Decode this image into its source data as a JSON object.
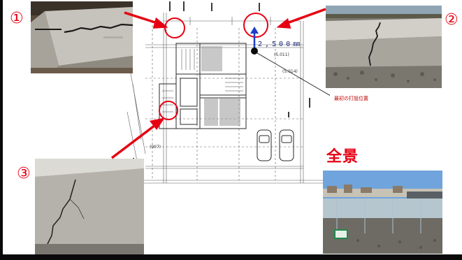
{
  "markers": {
    "m1": "①",
    "m2": "②",
    "m3": "③"
  },
  "overview_title": "全景",
  "plan": {
    "dimension_label": "2,500㎜",
    "first_position_label": "最初の打設位置",
    "room_codes": [
      "(907)",
      "(5.011)",
      "(5.014)"
    ]
  },
  "colors": {
    "accent_red": "#e60012",
    "dimension_blue": "#1a2a7a",
    "plan_line": "#3a3a3a"
  }
}
